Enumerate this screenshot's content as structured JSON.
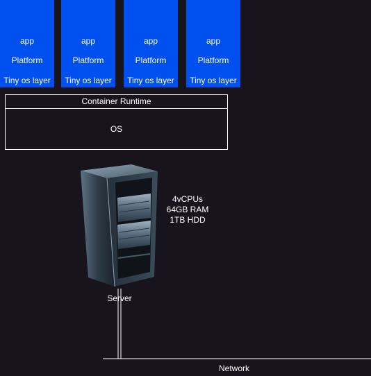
{
  "containers": [
    {
      "app": "app",
      "platform": "Platform",
      "os_layer": "Tiny os layer"
    },
    {
      "app": "app",
      "platform": "Platform",
      "os_layer": "Tiny os layer"
    },
    {
      "app": "app",
      "platform": "Platform",
      "os_layer": "Tiny os layer"
    },
    {
      "app": "app",
      "platform": "Platform",
      "os_layer": "Tiny os layer"
    }
  ],
  "runtime": {
    "label": "Container Runtime"
  },
  "os": {
    "label": "OS"
  },
  "server": {
    "label": "Server",
    "specs": [
      "4vCPUs",
      "64GB RAM",
      "1TB HDD"
    ]
  },
  "network": {
    "label": "Network"
  },
  "colors": {
    "background": "#18141d",
    "container_fill": "#0050ef",
    "line": "#ffffff"
  }
}
